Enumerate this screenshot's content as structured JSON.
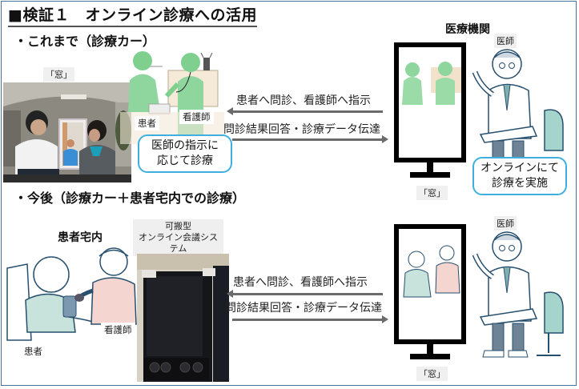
{
  "title": "■検証１　オンライン診療への活用",
  "section1": {
    "heading": "・これまで（診療カー）",
    "photo_label": "「窓」",
    "patient_label": "患者",
    "nurse_label": "看護師",
    "bubble_line1": "医師の指示に",
    "bubble_line2": "応じて診療",
    "arrow_top_text": "患者へ問診、看護師へ指示",
    "arrow_bottom_text": "問診結果回答・診療データ伝達",
    "institution_label": "医療機関",
    "doctor_label": "医師",
    "window_label": "「窓」",
    "doctor_bubble_line1": "オンラインにて",
    "doctor_bubble_line2": "診療を実施"
  },
  "section2": {
    "heading": "・今後（診療カー＋患者宅内での診療）",
    "home_label": "患者宅内",
    "system_label_line1": "可搬型",
    "system_label_line2": "オンライン会議システム",
    "patient_label": "患者",
    "nurse_label": "看護師",
    "arrow_top_text": "患者へ問診、看護師へ指示",
    "arrow_bottom_text": "問診結果回答・診療データ伝達",
    "doctor_label": "医師",
    "window_label": "「窓」"
  },
  "colors": {
    "frame": "#4a6f96",
    "bubble_border": "#3db0e0",
    "green_figure": "#7fcf8f",
    "teal_shirt": "#bfe0d6",
    "pink_shirt": "#f6d6d0",
    "arrow": "#6b6b6b"
  }
}
